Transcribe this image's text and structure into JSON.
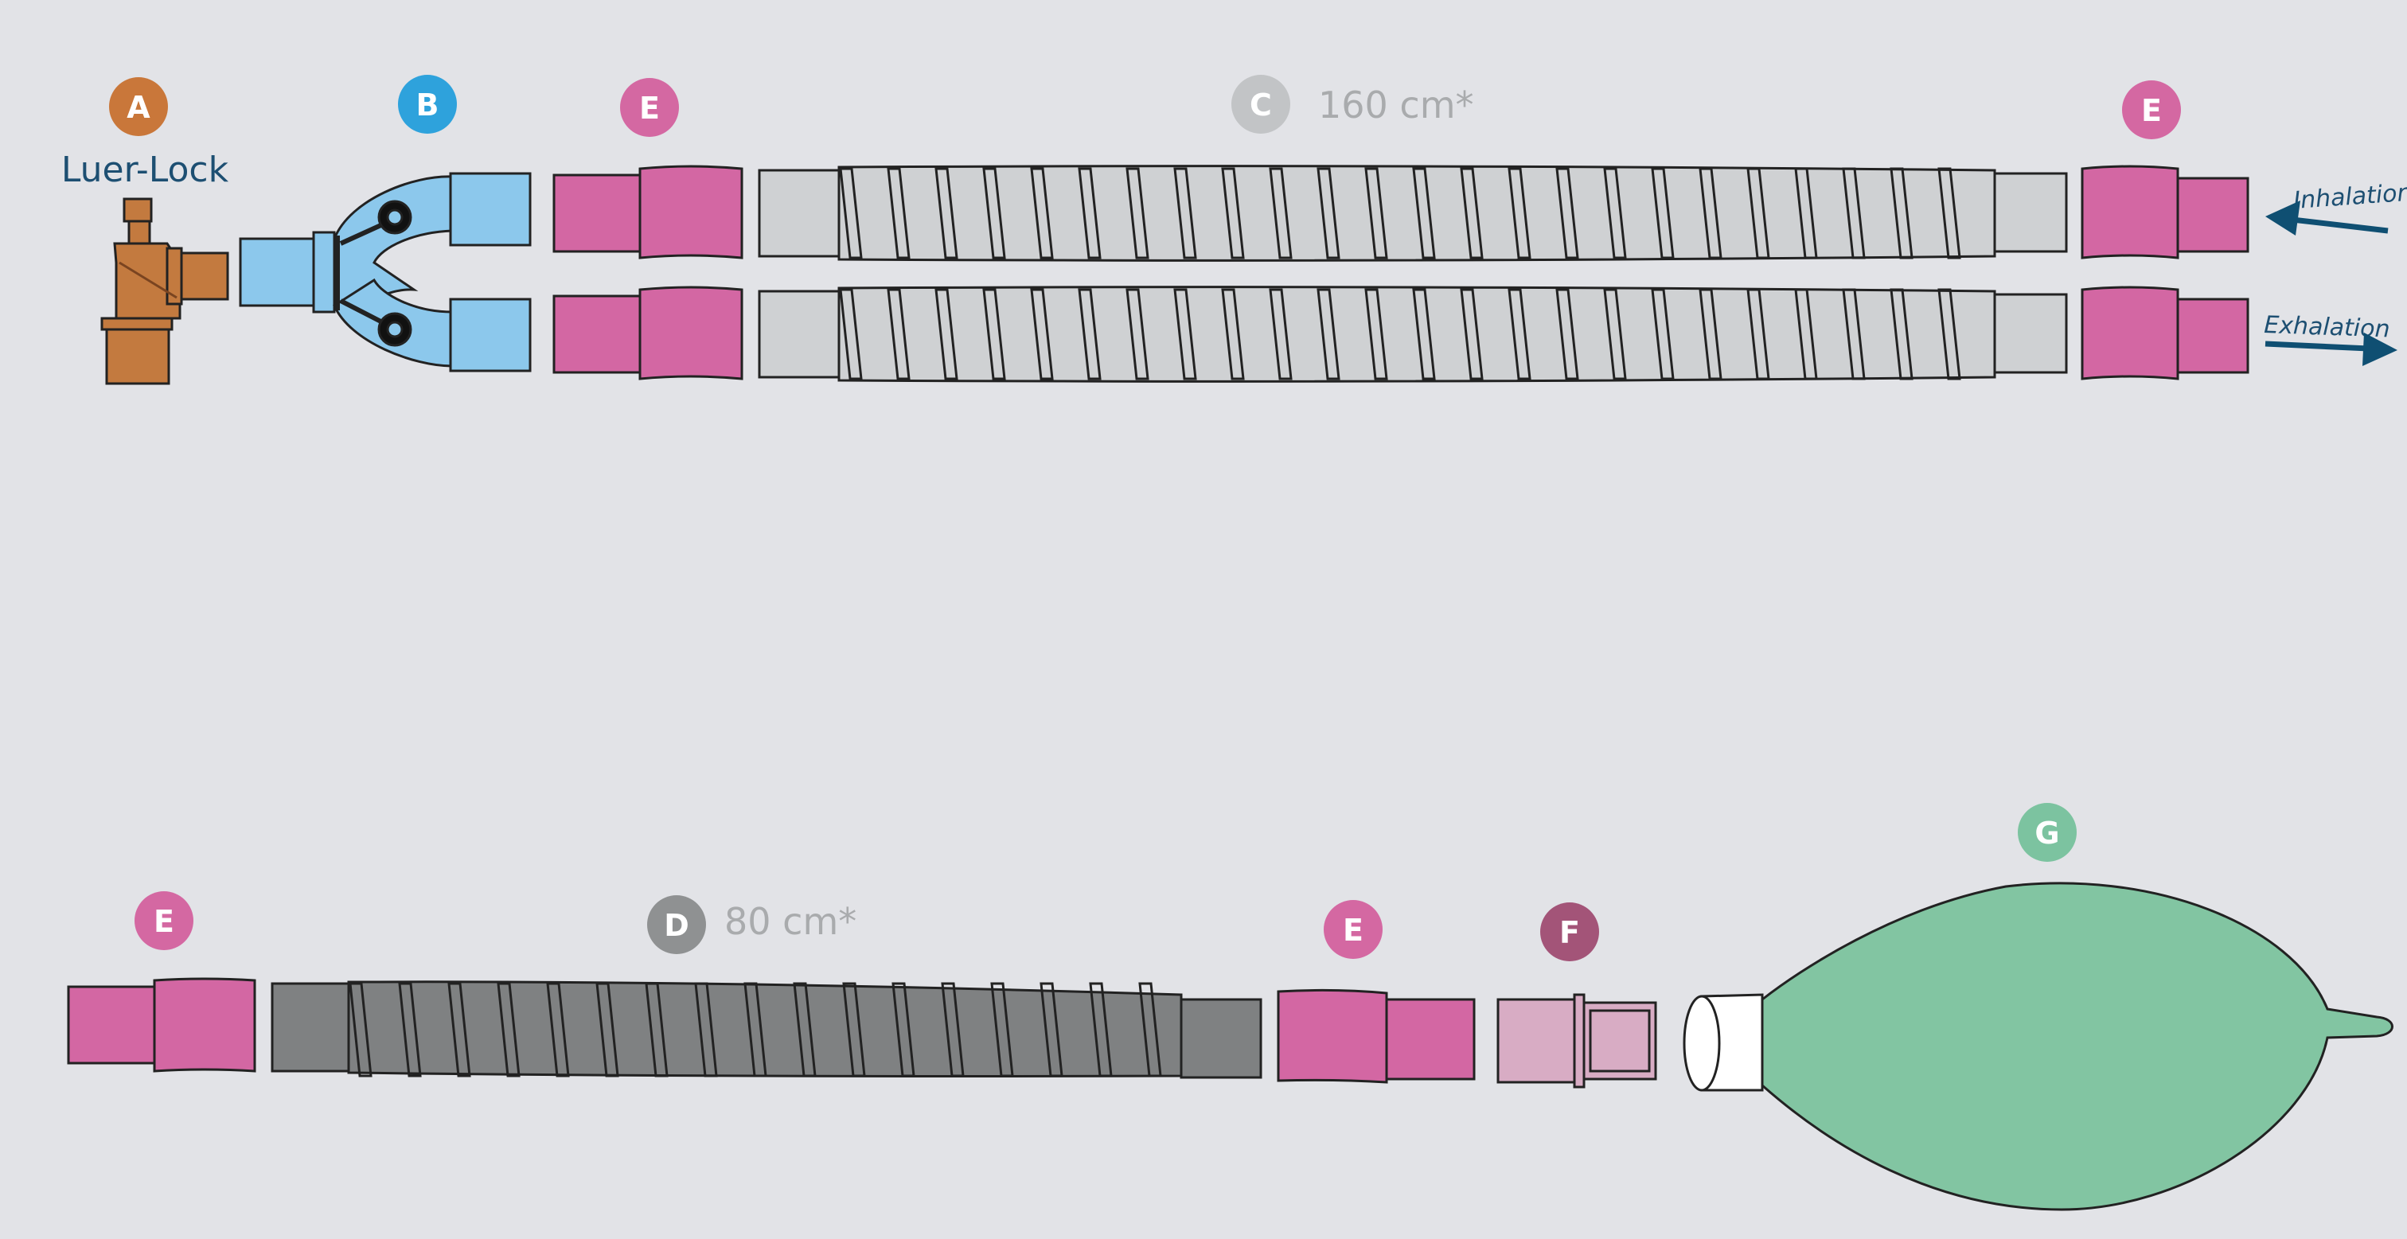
{
  "labels": {
    "a": "A",
    "b": "B",
    "c": "C",
    "d": "D",
    "e": "E",
    "f": "F",
    "g": "G"
  },
  "texts": {
    "luer_lock": "Luer-Lock",
    "length_c": "160 cm*",
    "length_d": "80 cm*",
    "inhalation": "Inhalation",
    "exhalation": "Exhalation"
  },
  "colors": {
    "background": "#e2e3e7",
    "a": "#c9773a",
    "b": "#2ea2dc",
    "c": "#c2c4c6",
    "d": "#8f9192",
    "e": "#d468a2",
    "f": "#a35478",
    "g": "#7cc3a0",
    "blue_part": "#8cc8ec",
    "pink_part": "#d367a3",
    "light_pink": "#d8acc4",
    "grey_tube": "#cfd1d3",
    "dark_tube": "#7f8182",
    "bag": "#82c5a2",
    "arrow": "#0f4f72",
    "brown_part": "#c37a3f"
  }
}
